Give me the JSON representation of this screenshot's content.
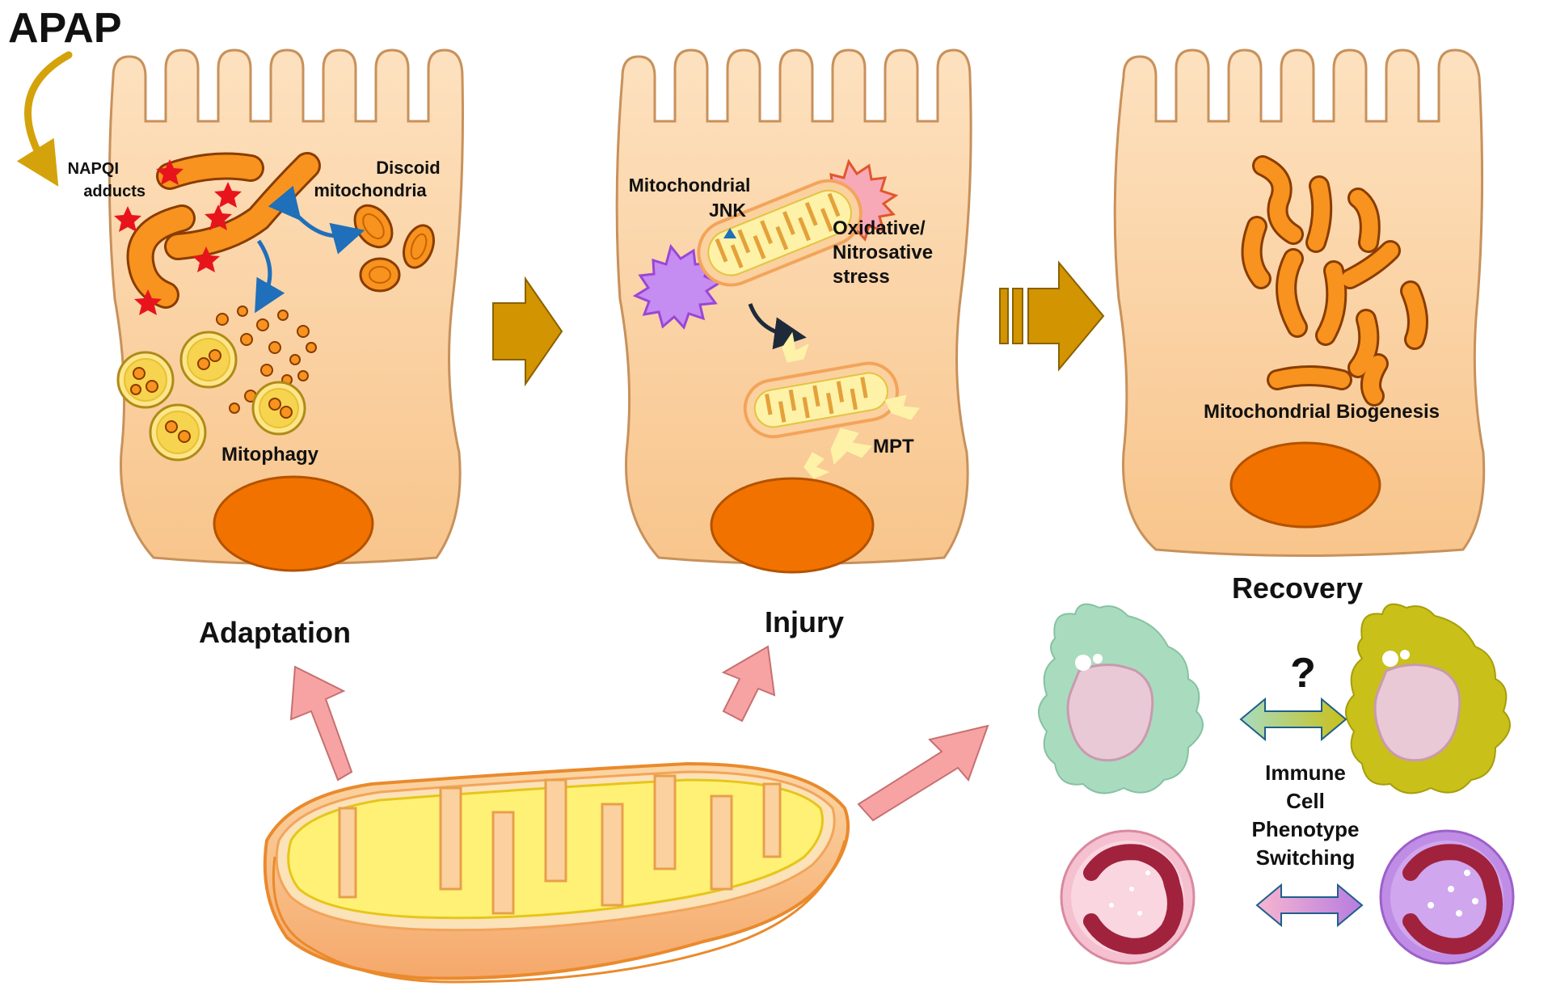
{
  "drug": "APAP",
  "cell_adaptation": {
    "napqi_line1": "NAPQI",
    "napqi_line2": "adducts",
    "discoid_line1": "Discoid",
    "discoid_line2": "mitochondria",
    "mitophagy": "Mitophagy",
    "caption": "Adaptation"
  },
  "cell_injury": {
    "mito_line1": "Mitochondrial",
    "mito_line2": "JNK",
    "stress_line1": "Oxidative/",
    "stress_line2": "Nitrosative",
    "stress_line3": "stress",
    "mpt": "MPT",
    "caption": "Injury"
  },
  "cell_recovery": {
    "biogenesis": "Mitochondrial Biogenesis",
    "caption": "Recovery"
  },
  "immune": {
    "question": "?",
    "line1": "Immune",
    "line2": "Cell",
    "line3": "Phenotype",
    "line4": "Switching"
  },
  "colors": {
    "cell_fill": "#fcd3a4",
    "cell_stroke": "#c8915b",
    "nucleus": "#f27200",
    "mito_orange": "#f7931e",
    "block_arrow": "#d29400",
    "pink_arrow": "#f7a3a4",
    "apap_arrow": "#d4a20a",
    "blue_arrow": "#1f6fba"
  }
}
